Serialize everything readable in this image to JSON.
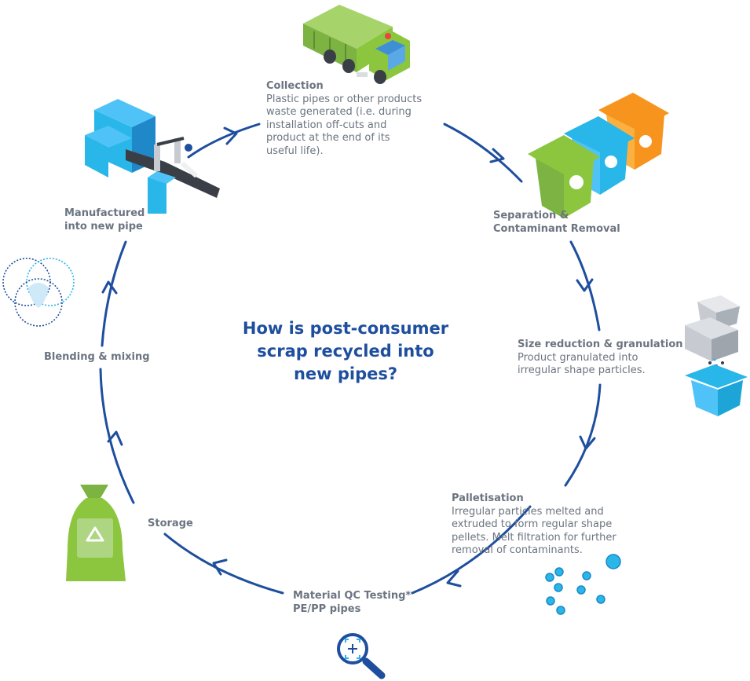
{
  "title": "How is post-consumer\nscrap recycled into\nnew pipes?",
  "colors": {
    "cycle": "#1e4e9e",
    "heading_text": "#1e4e9e",
    "label_text": "#6b7480",
    "green": "#8cc63f",
    "blue": "#29b6e8",
    "orange": "#f7941d",
    "grey": "#c7cbd1"
  },
  "stages": [
    {
      "id": "collection",
      "title": "Collection",
      "description": "Plastic pipes or other products\nwaste generated (i.e. during\ninstallation off-cuts and\nproduct at the end of its\nuseful life).",
      "icon": "garbage-truck-icon"
    },
    {
      "id": "separation",
      "title": "Separation &\nContaminant Removal",
      "description": "",
      "icon": "recycling-bins-icon"
    },
    {
      "id": "size-reduction",
      "title": "Size reduction & granulation",
      "description": "Product granulated into\nirregular shape particles.",
      "icon": "granulator-icon"
    },
    {
      "id": "palletisation",
      "title": "Palletisation",
      "description": "Irregular particles melted and\nextruded to form regular shape\npellets. Melt filtration for further\nremoval of contaminants.",
      "icon": "pellets-icon"
    },
    {
      "id": "qc-testing",
      "title": "Material QC Testing*\nPE/PP pipes",
      "description": "",
      "icon": "magnifier-icon"
    },
    {
      "id": "storage",
      "title": "Storage",
      "description": "",
      "icon": "recycle-bag-icon"
    },
    {
      "id": "blending",
      "title": "Blending & mixing",
      "description": "",
      "icon": "venn-circles-icon"
    },
    {
      "id": "manufactured",
      "title": "Manufactured\ninto new pipe",
      "description": "",
      "icon": "pipe-factory-icon"
    }
  ]
}
